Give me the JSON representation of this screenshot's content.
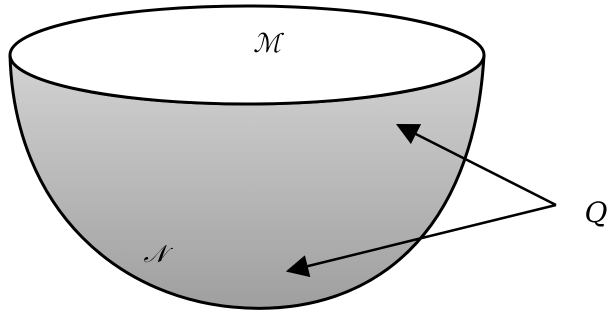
{
  "labels": {
    "top": "ℳ",
    "bottom": "𝒩",
    "right": "Q"
  },
  "colors": {
    "outline": "#000000",
    "rim_fill": "#ffffff",
    "bowl_top": "#d2d2d2",
    "bowl_bottom": "#a0a0a0",
    "background": "#ffffff"
  },
  "icons": {
    "arrow_upper": "arrow-icon",
    "arrow_lower": "arrow-icon"
  }
}
